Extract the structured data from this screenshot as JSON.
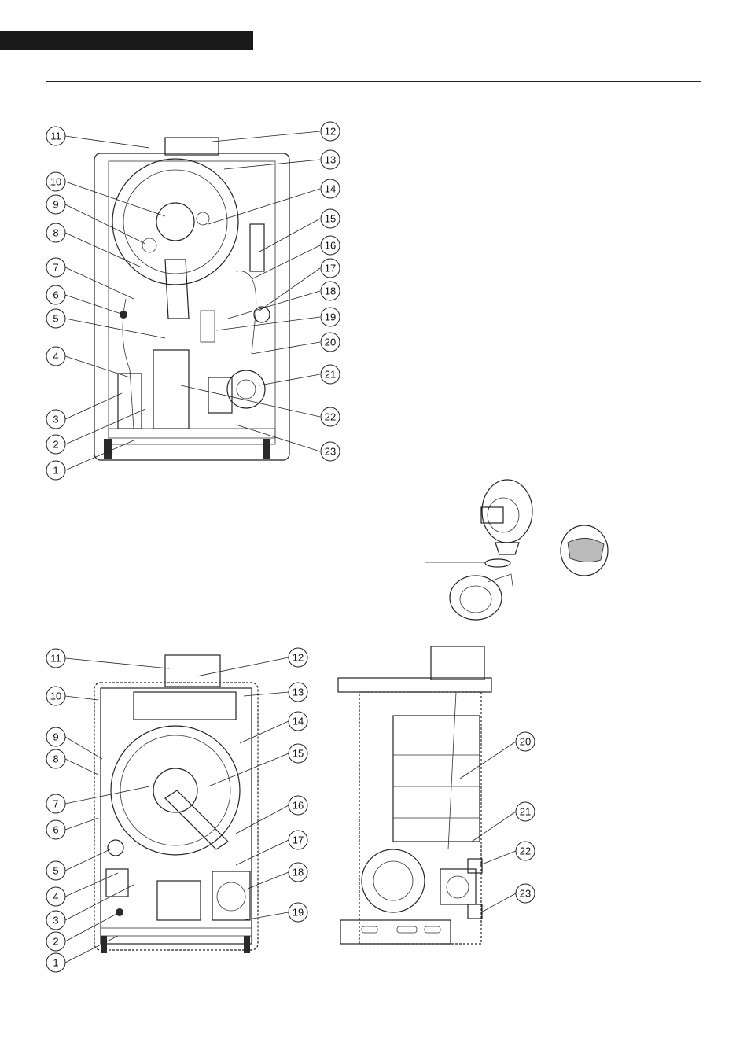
{
  "header": {
    "bar_color": "#1a1a1a"
  },
  "front_view": {
    "callouts": [
      "1",
      "2",
      "3",
      "4",
      "5",
      "6",
      "7",
      "8",
      "9",
      "10",
      "11",
      "12",
      "13",
      "14",
      "15",
      "16",
      "17",
      "18",
      "19",
      "20",
      "21",
      "22",
      "23"
    ]
  },
  "bottom_front_view": {
    "callouts": [
      "1",
      "2",
      "3",
      "4",
      "5",
      "6",
      "7",
      "8",
      "9",
      "10",
      "11",
      "12",
      "13",
      "14",
      "15",
      "16",
      "17",
      "18",
      "19"
    ]
  },
  "side_view": {
    "callouts": [
      "20",
      "21",
      "22",
      "23"
    ]
  }
}
